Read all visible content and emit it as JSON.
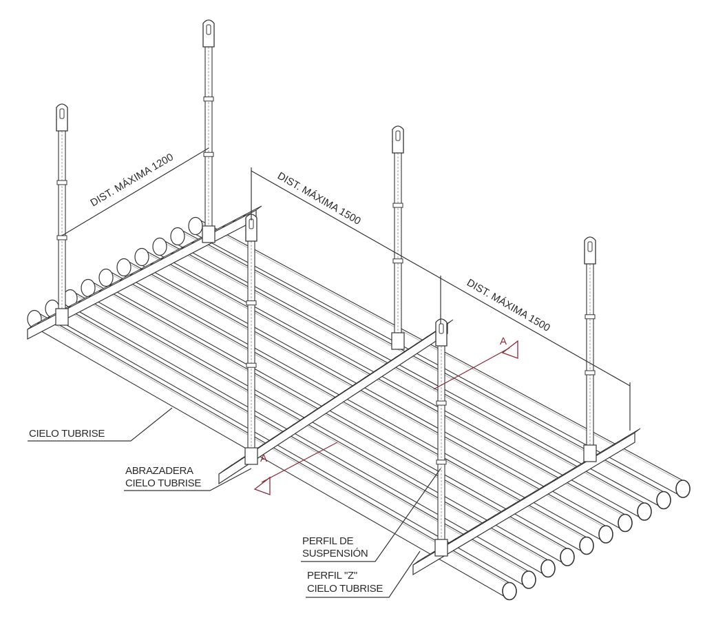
{
  "dimensions": [
    {
      "text": "DIST. MÁXIMA 1200"
    },
    {
      "text": "DIST. MÁXIMA 1500"
    },
    {
      "text": "DIST. MÁXIMA 1500"
    }
  ],
  "labels": {
    "cielo": "CIELO TUBRISE",
    "abrazadera_1": "ABRAZADERA",
    "abrazadera_2": "CIELO TUBRISE",
    "perfil_susp_1": "PERFIL DE",
    "perfil_susp_2": "SUSPENSIÓN",
    "perfil_z_1": "PERFIL \"Z\"",
    "perfil_z_2": "CIELO TUBRISE"
  },
  "section_marks": [
    "A",
    "A"
  ],
  "colors": {
    "line": "#333333",
    "section": "#8b2a3a"
  }
}
